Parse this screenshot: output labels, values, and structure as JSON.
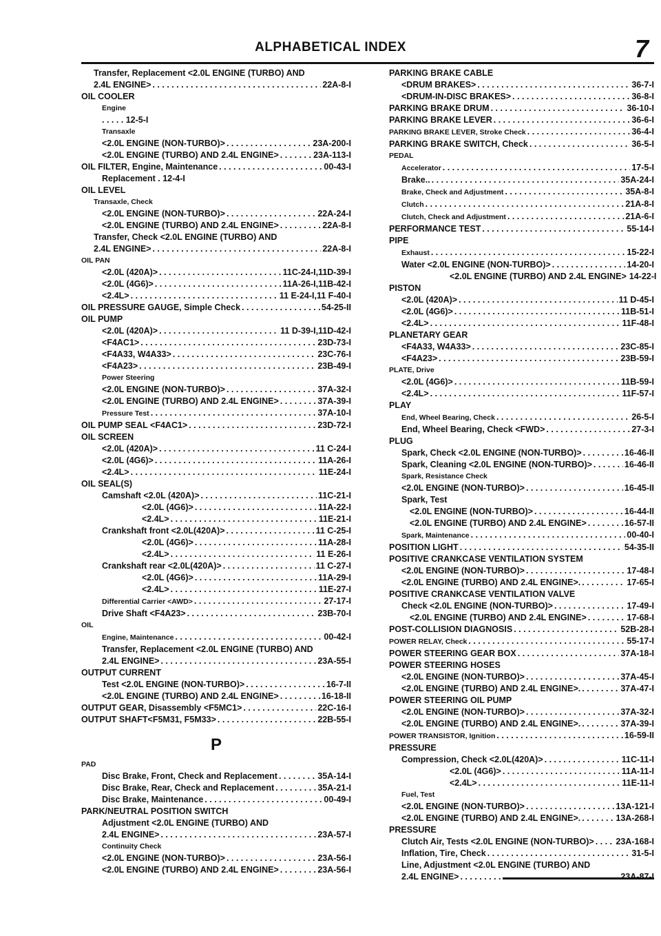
{
  "header": {
    "title": "ALPHABETICAL INDEX",
    "page": "7"
  },
  "left": [
    {
      "type": "lbl",
      "ind": "i1",
      "text": "Transfer, Replacement <2.0L ENGINE (TURBO) AND"
    },
    {
      "type": "row",
      "ind": "i1",
      "text": "2.4L ENGINE>",
      "page": "22A-8-I"
    },
    {
      "type": "lbl",
      "ind": "i0",
      "text": "OIL COOLER"
    },
    {
      "type": "lbl",
      "ind": "i2",
      "sm": true,
      "text": "Engine"
    },
    {
      "type": "lbl",
      "ind": "i2",
      "text": ". . . . . 12-5-I"
    },
    {
      "type": "lbl",
      "ind": "i2",
      "sm": true,
      "text": "Transaxle"
    },
    {
      "type": "row",
      "ind": "i2",
      "text": "<2.0L ENGINE (NON-TURBO)>",
      "page": "23A-200-I"
    },
    {
      "type": "row",
      "ind": "i2",
      "text": "<2.0L ENGINE (TURBO) AND 2.4L ENGINE>",
      "page": "23A-113-I"
    },
    {
      "type": "row",
      "ind": "i0",
      "text": "OIL FILTER, Engine, Maintenance",
      "page": "00-43-I"
    },
    {
      "type": "lbl",
      "ind": "i2",
      "text": "Replacement . 12-4-I"
    },
    {
      "type": "lbl",
      "ind": "i0",
      "text": "OIL LEVEL"
    },
    {
      "type": "lbl",
      "ind": "i1",
      "sm": true,
      "text": "Transaxle, Check"
    },
    {
      "type": "row",
      "ind": "i2",
      "text": "<2.0L ENGINE (NON-TURBO)>",
      "page": "22A-24-I"
    },
    {
      "type": "row",
      "ind": "i2",
      "text": "<2.0L ENGINE (TURBO) AND 2.4L ENGINE>",
      "page": "22A-8-I"
    },
    {
      "type": "lbl",
      "ind": "i1",
      "text": "Transfer, Check <2.0L ENGINE (TURBO) AND"
    },
    {
      "type": "row",
      "ind": "i1",
      "text": "2.4L ENGINE>",
      "page": "22A-8-I"
    },
    {
      "type": "lbl",
      "ind": "i0",
      "sm": true,
      "text": "OIL PAN"
    },
    {
      "type": "row",
      "ind": "i2",
      "text": "<2.0L (420A)>",
      "page": "11C-24-I,11D-39-I"
    },
    {
      "type": "row",
      "ind": "i2",
      "text": "<2.0L (4G6)>",
      "page": "11A-26-I,11B-42-I"
    },
    {
      "type": "row",
      "ind": "i2",
      "text": "<2.4L>",
      "page": "11 E-24-I,11 F-40-I"
    },
    {
      "type": "row",
      "ind": "i0",
      "text": "OIL PRESSURE GAUGE, Simple Check",
      "page": "54-25-II"
    },
    {
      "type": "lbl",
      "ind": "i0",
      "text": "OIL PUMP"
    },
    {
      "type": "row",
      "ind": "i2",
      "text": "<2.0L (420A)>",
      "page": "11 D-39-I,11D-42-I"
    },
    {
      "type": "row",
      "ind": "i2",
      "text": "<F4AC1>",
      "page": "23D-73-I"
    },
    {
      "type": "row",
      "ind": "i2",
      "text": "<F4A33, W4A33>",
      "page": "23C-76-I"
    },
    {
      "type": "row",
      "ind": "i2",
      "text": "<F4A23>",
      "page": "23B-49-I"
    },
    {
      "type": "lbl",
      "ind": "i2",
      "sm": true,
      "text": "Power Steering"
    },
    {
      "type": "row",
      "ind": "i2",
      "text": "<2.0L ENGINE (NON-TURBO)>",
      "page": "37A-32-I"
    },
    {
      "type": "row",
      "ind": "i2",
      "text": "<2.0L ENGINE (TURBO) AND 2.4L ENGINE>",
      "page": "37A-39-I"
    },
    {
      "type": "row",
      "ind": "i2",
      "sm": true,
      "text": "Pressure Test",
      "page": "37A-10-I"
    },
    {
      "type": "row",
      "ind": "i0",
      "text": "OIL PUMP SEAL <F4AC1>",
      "page": "23D-72-I"
    },
    {
      "type": "lbl",
      "ind": "i0",
      "text": "OIL SCREEN"
    },
    {
      "type": "row",
      "ind": "i2",
      "text": "<2.0L (420A)>",
      "page": "11 C-24-I"
    },
    {
      "type": "row",
      "ind": "i2",
      "text": "<2.0L (4G6)>",
      "page": "11A-26-I"
    },
    {
      "type": "row",
      "ind": "i2",
      "text": "<2.4L>",
      "page": "11E-24-I"
    },
    {
      "type": "lbl",
      "ind": "i0",
      "text": "OIL SEAL(S)"
    },
    {
      "type": "row",
      "ind": "i2",
      "text": "Camshaft <2.0L (420A)>",
      "page": "11C-21-I"
    },
    {
      "type": "row",
      "ind": "i3",
      "text": "<2.0L (4G6)>",
      "page": "11A-22-I"
    },
    {
      "type": "row",
      "ind": "i3",
      "text": "<2.4L>",
      "page": "11E-21-I"
    },
    {
      "type": "row",
      "ind": "i2",
      "text": "Crankshaft front <2.0L(420A)>",
      "page": "11 C-25-I"
    },
    {
      "type": "row",
      "ind": "i3",
      "text": "<2.0L (4G6)>",
      "page": "11A-28-I"
    },
    {
      "type": "row",
      "ind": "i3",
      "text": "<2.4L>",
      "page": "11 E-26-I"
    },
    {
      "type": "row",
      "ind": "i2",
      "text": "Crankshaft rear <2.0L(420A)>",
      "page": "11 C-27-I"
    },
    {
      "type": "row",
      "ind": "i3",
      "text": "<2.0L (4G6)>",
      "page": "11A-29-I"
    },
    {
      "type": "row",
      "ind": "i3",
      "text": "<2.4L>",
      "page": "11E-27-I"
    },
    {
      "type": "row",
      "ind": "i2",
      "sm": true,
      "text": "Differential Carrier <AWD>",
      "page": "27-17-I"
    },
    {
      "type": "row",
      "ind": "i2",
      "text": "Drive Shaft <F4A23>",
      "page": "23B-70-I"
    },
    {
      "type": "lbl",
      "ind": "i0",
      "sm": true,
      "text": "OIL"
    },
    {
      "type": "row",
      "ind": "i2",
      "sm": true,
      "text": "Engine, Maintenance",
      "page": "00-42-I"
    },
    {
      "type": "lbl",
      "ind": "i2",
      "text": "Transfer, Replacement <2.0L ENGINE (TURBO) AND"
    },
    {
      "type": "row",
      "ind": "i2",
      "text": "2.4L ENGINE>",
      "page": "23A-55-I"
    },
    {
      "type": "lbl",
      "ind": "i0",
      "text": "OUTPUT CURRENT"
    },
    {
      "type": "row",
      "ind": "i2",
      "text": "Test <2.0L ENGINE (NON-TURBO)>",
      "page": "16-7-II"
    },
    {
      "type": "row",
      "ind": "i2",
      "text": "<2.0L ENGINE (TURBO) AND 2.4L ENGINE>",
      "page": "16-18-II"
    },
    {
      "type": "row",
      "ind": "i0",
      "text": "OUTPUT GEAR, Disassembly <F5MC1>",
      "page": "22C-16-I"
    },
    {
      "type": "row",
      "ind": "i0",
      "text": "OUTPUT SHAFT<F5M31, F5M33>",
      "page": "22B-55-I"
    },
    {
      "type": "letter",
      "text": "P"
    },
    {
      "type": "lbl",
      "ind": "i0",
      "sm": true,
      "text": "PAD"
    },
    {
      "type": "row",
      "ind": "i2",
      "text": "Disc Brake, Front, Check and Replacement",
      "page": "35A-14-I"
    },
    {
      "type": "row",
      "ind": "i2",
      "text": "Disc Brake, Rear, Check and Replacement",
      "page": "35A-21-I"
    },
    {
      "type": "row",
      "ind": "i2",
      "text": "Disc Brake, Maintenance",
      "page": "00-49-I"
    },
    {
      "type": "lbl",
      "ind": "i0",
      "text": "PARK/NEUTRAL POSITION SWITCH"
    },
    {
      "type": "lbl",
      "ind": "i2",
      "text": "Adjustment <2.0L ENGINE (TURBO) AND"
    },
    {
      "type": "row",
      "ind": "i2",
      "text": "2.4L ENGINE>",
      "page": "23A-57-I"
    },
    {
      "type": "lbl",
      "ind": "i2",
      "sm": true,
      "text": "Continuity Check"
    },
    {
      "type": "row",
      "ind": "i2",
      "text": "<2.0L ENGINE (NON-TURBO)>",
      "page": "23A-56-I"
    },
    {
      "type": "row",
      "ind": "i2",
      "text": "<2.0L ENGINE (TURBO) AND 2.4L ENGINE>",
      "page": "23A-56-I"
    }
  ],
  "right": [
    {
      "type": "lbl",
      "ind": "i0",
      "text": "PARKING BRAKE CABLE"
    },
    {
      "type": "row",
      "ind": "i1",
      "text": "<DRUM BRAKES>",
      "page": "36-7-I"
    },
    {
      "type": "row",
      "ind": "i1",
      "text": "<DRUM-IN-DISC BRAKES>",
      "page": "36-8-I"
    },
    {
      "type": "row",
      "ind": "i0",
      "text": "PARKING BRAKE DRUM",
      "page": "36-10-I"
    },
    {
      "type": "row",
      "ind": "i0",
      "text": "PARKING BRAKE LEVER",
      "page": "36-6-I"
    },
    {
      "type": "row",
      "ind": "i0",
      "sm": true,
      "text": "PARKING BRAKE LEVER, Stroke Check",
      "page": "36-4-I"
    },
    {
      "type": "row",
      "ind": "i0",
      "text": "PARKING BRAKE SWITCH, Check",
      "page": "36-5-I"
    },
    {
      "type": "lbl",
      "ind": "i0",
      "sm": true,
      "text": "PEDAL"
    },
    {
      "type": "row",
      "ind": "i1",
      "sm": true,
      "text": "Accelerator",
      "page": "17-5-I"
    },
    {
      "type": "row",
      "ind": "i1",
      "text": "Brake..",
      "page": "35A-24-I"
    },
    {
      "type": "row",
      "ind": "i1",
      "sm": true,
      "text": "Brake, Check and Adjustment",
      "page": "35A-8-I"
    },
    {
      "type": "row",
      "ind": "i1",
      "sm": true,
      "text": "Clutch",
      "page": "21A-8-I"
    },
    {
      "type": "row",
      "ind": "i1",
      "sm": true,
      "text": "Clutch, Check and Adjustment",
      "page": "21A-6-I"
    },
    {
      "type": "row",
      "ind": "i0",
      "text": "PERFORMANCE TEST",
      "page": "55-14-I"
    },
    {
      "type": "lbl",
      "ind": "i0",
      "text": "PIPE"
    },
    {
      "type": "row",
      "ind": "i1",
      "sm": true,
      "text": "Exhaust",
      "page": "15-22-I"
    },
    {
      "type": "row",
      "ind": "i1",
      "text": "Water <2.0L ENGINE (NON-TURBO)>",
      "page": "14-20-I"
    },
    {
      "type": "row",
      "ind": "i3",
      "text": "<2.0L ENGINE (TURBO) AND 2.4L ENGINE>",
      "page": "14-22-I"
    },
    {
      "type": "lbl",
      "ind": "i0",
      "text": "PISTON"
    },
    {
      "type": "row",
      "ind": "i1",
      "text": "<2.0L (420A)>",
      "page": "11 D-45-I"
    },
    {
      "type": "row",
      "ind": "i1",
      "text": "<2.0L (4G6)>",
      "page": "11B-51-I"
    },
    {
      "type": "row",
      "ind": "i1",
      "text": "<2.4L>",
      "page": "11F-48-I"
    },
    {
      "type": "lbl",
      "ind": "i0",
      "text": "PLANETARY GEAR"
    },
    {
      "type": "row",
      "ind": "i1",
      "text": "<F4A33, W4A33>",
      "page": "23C-85-I"
    },
    {
      "type": "row",
      "ind": "i1",
      "text": "<F4A23>",
      "page": "23B-59-I"
    },
    {
      "type": "lbl",
      "ind": "i0",
      "sm": true,
      "text": "PLATE, Drive"
    },
    {
      "type": "row",
      "ind": "i1",
      "text": "<2.0L (4G6)>",
      "page": "11B-59-I"
    },
    {
      "type": "row",
      "ind": "i1",
      "text": "<2.4L>",
      "page": "11F-57-I"
    },
    {
      "type": "lbl",
      "ind": "i0",
      "text": "PLAY"
    },
    {
      "type": "row",
      "ind": "i1",
      "sm": true,
      "text": "End, Wheel Bearing, Check",
      "page": "26-5-I"
    },
    {
      "type": "row",
      "ind": "i1",
      "text": "End, Wheel Bearing, Check <FWD>",
      "page": "27-3-I"
    },
    {
      "type": "lbl",
      "ind": "i0",
      "text": "PLUG"
    },
    {
      "type": "row",
      "ind": "i1",
      "text": "Spark, Check <2.0L ENGINE (NON-TURBO)>",
      "page": "16-46-II"
    },
    {
      "type": "row",
      "ind": "i1",
      "text": "Spark, Cleaning <2.0L ENGINE (NON-TURBO)>",
      "page": "16-46-II"
    },
    {
      "type": "lbl",
      "ind": "i1",
      "sm": true,
      "text": "Spark, Resistance Check"
    },
    {
      "type": "row",
      "ind": "i1",
      "text": "<2.0L ENGINE (NON-TURBO)>",
      "page": "16-45-II"
    },
    {
      "type": "lbl",
      "ind": "i1",
      "text": "Spark, Test"
    },
    {
      "type": "row",
      "ind": "i2",
      "text": "<2.0L ENGINE (NON-TURBO)>",
      "page": "16-44-II"
    },
    {
      "type": "row",
      "ind": "i2",
      "text": "<2.0L ENGINE (TURBO) AND 2.4L ENGINE>",
      "page": "16-57-II"
    },
    {
      "type": "row",
      "ind": "i1",
      "sm": true,
      "text": "Spark, Maintenance",
      "page": "00-40-I"
    },
    {
      "type": "row",
      "ind": "i0",
      "text": "POSITION LIGHT",
      "page": "54-35-II"
    },
    {
      "type": "lbl",
      "ind": "i0",
      "text": "POSITIVE CRANKCASE VENTILATION SYSTEM"
    },
    {
      "type": "row",
      "ind": "i1",
      "text": "<2.0L ENGINE (NON-TURBO)>",
      "page": "17-48-I"
    },
    {
      "type": "row",
      "ind": "i1",
      "text": "<2.0L ENGINE (TURBO) AND 2.4L ENGINE>.",
      "page": "17-65-I"
    },
    {
      "type": "lbl",
      "ind": "i0",
      "text": "POSITIVE CRANKCASE VENTILATION VALVE"
    },
    {
      "type": "row",
      "ind": "i1",
      "text": "Check <2.0L ENGINE (NON-TURBO)>",
      "page": "17-49-I"
    },
    {
      "type": "row",
      "ind": "i2",
      "text": "<2.0L ENGINE (TURBO) AND 2.4L ENGINE>",
      "page": "17-68-I"
    },
    {
      "type": "row",
      "ind": "i0",
      "text": "POST-COLLISION DIAGNOSIS",
      "page": "52B-28-I"
    },
    {
      "type": "row",
      "ind": "i0",
      "sm": true,
      "text": "POWER RELAY, Check",
      "page": "55-17-I"
    },
    {
      "type": "row",
      "ind": "i0",
      "text": "POWER STEERING GEAR BOX",
      "page": "37A-18-I"
    },
    {
      "type": "lbl",
      "ind": "i0",
      "text": "POWER STEERING HOSES"
    },
    {
      "type": "row",
      "ind": "i1",
      "text": "<2.0L ENGINE (NON-TURBO)>",
      "page": "37A-45-I"
    },
    {
      "type": "row",
      "ind": "i1",
      "text": "<2.0L ENGINE (TURBO) AND 2.4L ENGINE>.",
      "page": "37A-47-I"
    },
    {
      "type": "lbl",
      "ind": "i0",
      "text": "POWER STEERING OIL PUMP"
    },
    {
      "type": "row",
      "ind": "i1",
      "text": "<2.0L ENGINE (NON-TURBO)>",
      "page": "37A-32-I"
    },
    {
      "type": "row",
      "ind": "i1",
      "text": "<2.0L ENGINE (TURBO) AND 2.4L ENGINE>.",
      "page": "37A-39-I"
    },
    {
      "type": "row",
      "ind": "i0",
      "sm": true,
      "text": "POWER TRANSISTOR, Ignition",
      "page": "16-59-II"
    },
    {
      "type": "lbl",
      "ind": "i0",
      "text": "PRESSURE"
    },
    {
      "type": "row",
      "ind": "i1",
      "text": "Compression, Check <2.0L(420A)>",
      "page": "11C-11-I"
    },
    {
      "type": "row",
      "ind": "i3",
      "text": "<2.0L (4G6)>",
      "page": "11A-11-I"
    },
    {
      "type": "row",
      "ind": "i3",
      "text": "<2.4L>",
      "page": "11E-11-I"
    },
    {
      "type": "lbl",
      "ind": "i1",
      "sm": true,
      "text": "Fuel, Test"
    },
    {
      "type": "row",
      "ind": "i1",
      "text": "<2.0L ENGINE (NON-TURBO)>",
      "page": "13A-121-I"
    },
    {
      "type": "row",
      "ind": "i1",
      "text": "<2.0L ENGINE (TURBO) AND 2.4L ENGINE>.",
      "page": "13A-268-I"
    },
    {
      "type": "lbl",
      "ind": "i0",
      "text": "PRESSURE"
    },
    {
      "type": "row",
      "ind": "i1",
      "text": "Clutch Air, Tests <2.0L ENGINE (NON-TURBO)>",
      "page": "23A-168-I"
    },
    {
      "type": "row",
      "ind": "i1",
      "text": "Inflation, Tire, Check",
      "page": "31-5-I"
    },
    {
      "type": "lbl",
      "ind": "i1",
      "text": "Line, Adjustment <2.0L ENGINE (TURBO) AND"
    },
    {
      "type": "row",
      "ind": "i1",
      "text": "2.4L ENGINE>",
      "page": "23A-87-I"
    }
  ]
}
